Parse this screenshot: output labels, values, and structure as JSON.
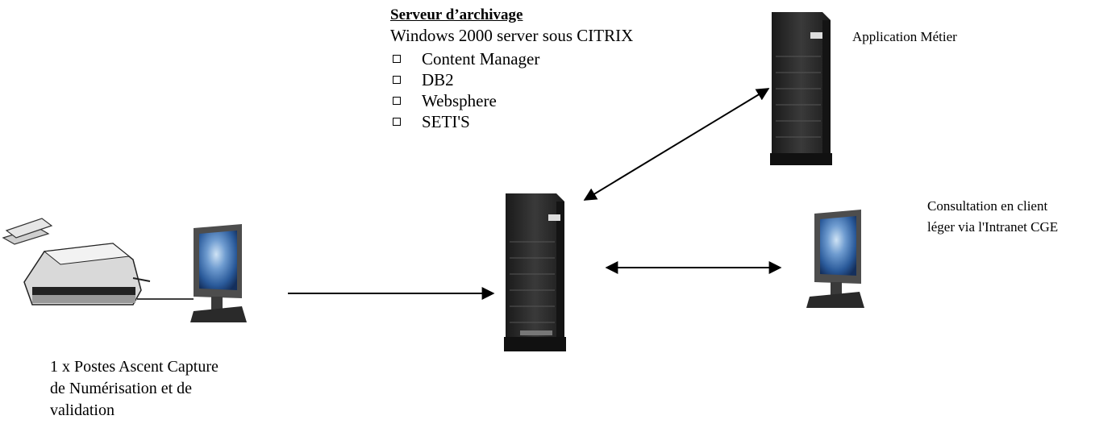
{
  "server": {
    "title": "Serveur d’archivage",
    "os": "Windows 2000 server sous CITRIX",
    "components": [
      "Content Manager",
      "DB2",
      "Websphere",
      "SETI'S"
    ]
  },
  "app_label": "Application Métier",
  "consult_label": [
    "Consultation en client",
    "léger via l'Intranet CGE"
  ],
  "postes_label": [
    "1 x Postes Ascent Capture",
    "de Numérisation et de",
    "validation"
  ],
  "icons": {
    "central_server": "tower-server-icon",
    "app_server": "tower-server-icon",
    "scanner": "scanner-icon",
    "capture_monitor": "flat-monitor-icon",
    "client_monitor": "flat-monitor-icon"
  },
  "colors": {
    "server_body": "#2b2b2b",
    "screen_blue": "#2a5a9a",
    "line": "#000000"
  }
}
